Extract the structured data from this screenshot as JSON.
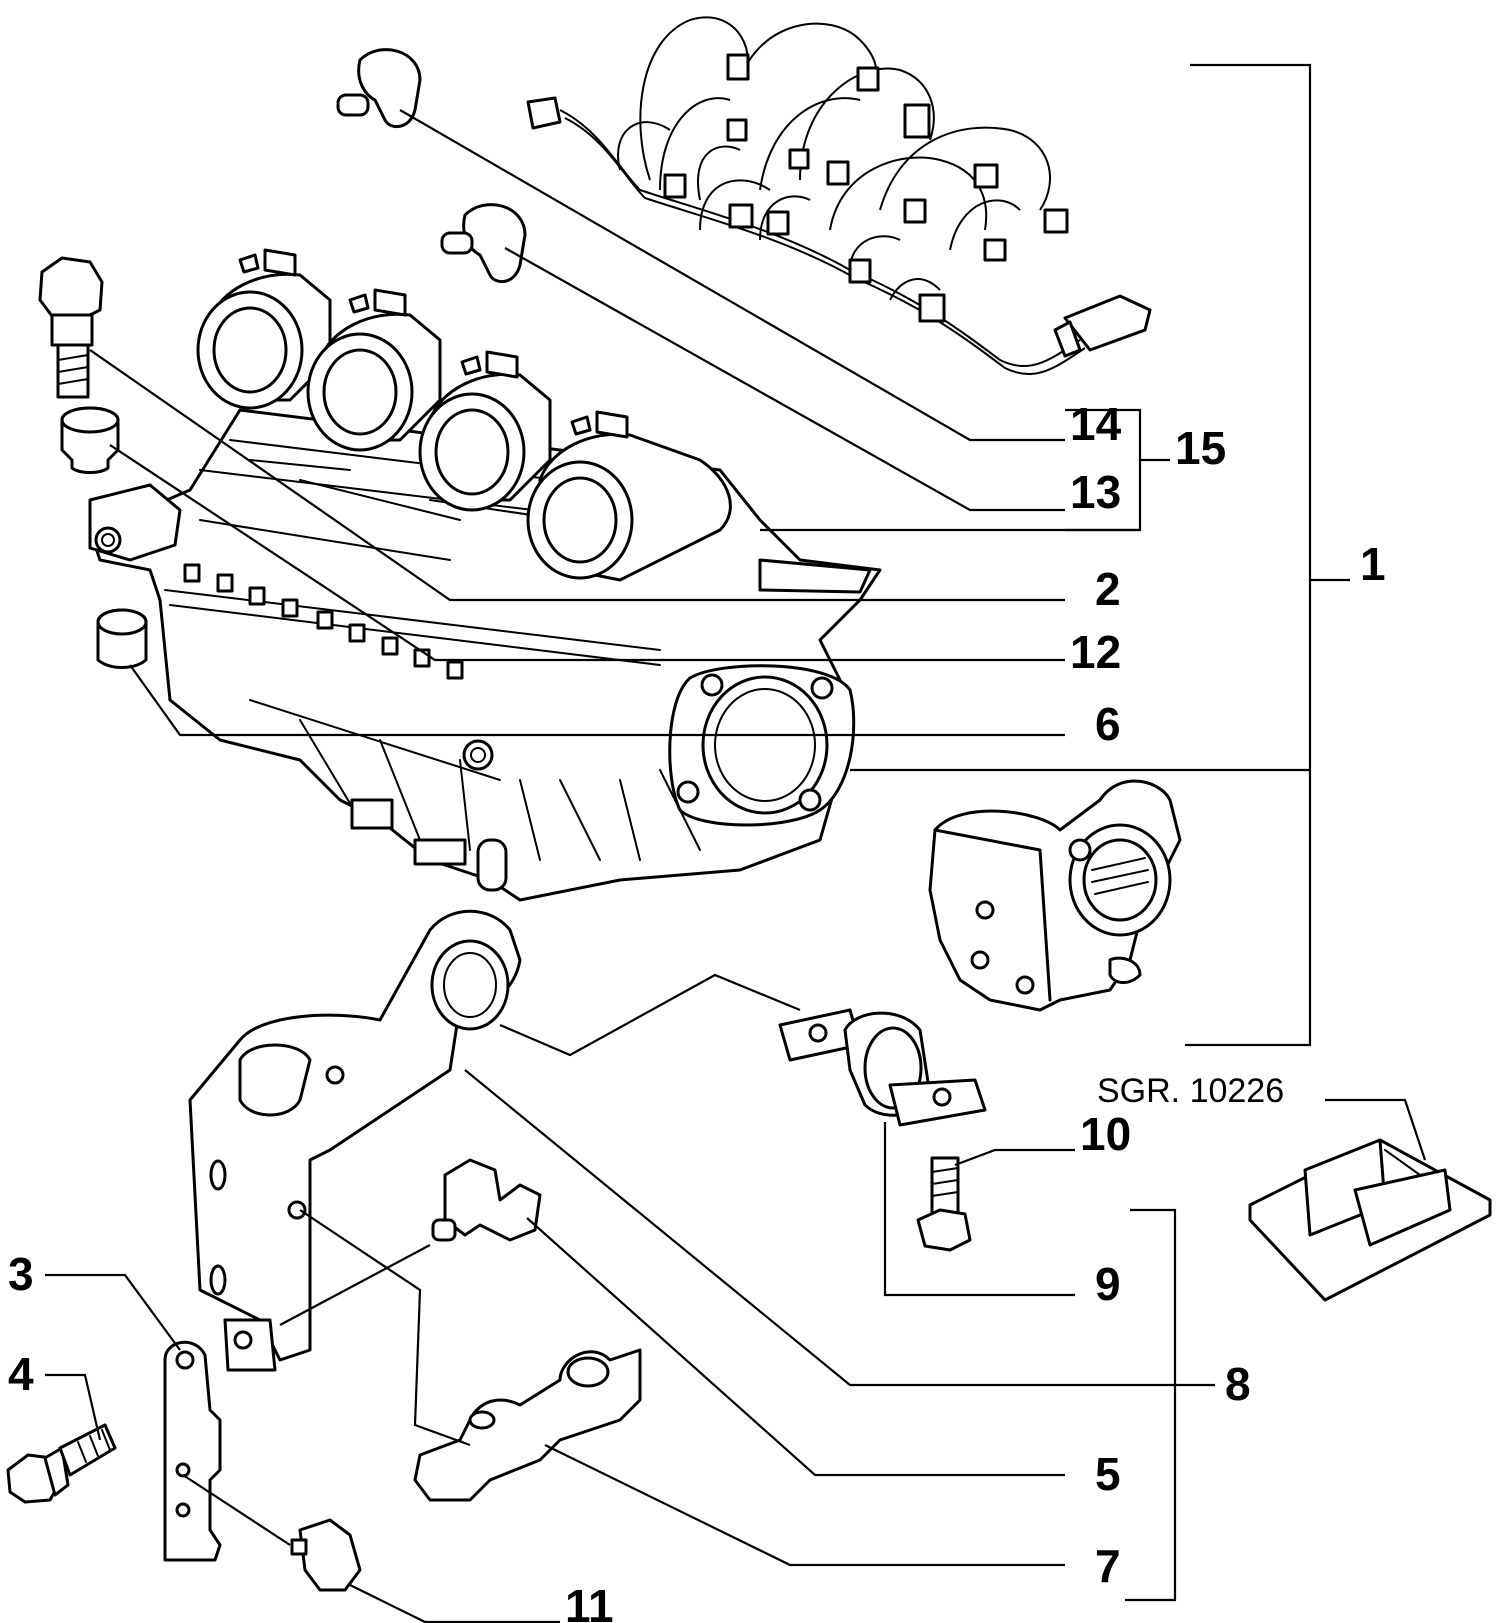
{
  "diagram": {
    "reference": "SGR. 10226",
    "callouts": [
      {
        "id": "1",
        "label": "1"
      },
      {
        "id": "2",
        "label": "2"
      },
      {
        "id": "3",
        "label": "3"
      },
      {
        "id": "4",
        "label": "4"
      },
      {
        "id": "5",
        "label": "5"
      },
      {
        "id": "6",
        "label": "6"
      },
      {
        "id": "7",
        "label": "7"
      },
      {
        "id": "8",
        "label": "8"
      },
      {
        "id": "9",
        "label": "9"
      },
      {
        "id": "10",
        "label": "10"
      },
      {
        "id": "11",
        "label": "11"
      },
      {
        "id": "12",
        "label": "12"
      },
      {
        "id": "13",
        "label": "13"
      },
      {
        "id": "14",
        "label": "14"
      },
      {
        "id": "15",
        "label": "15"
      }
    ]
  }
}
